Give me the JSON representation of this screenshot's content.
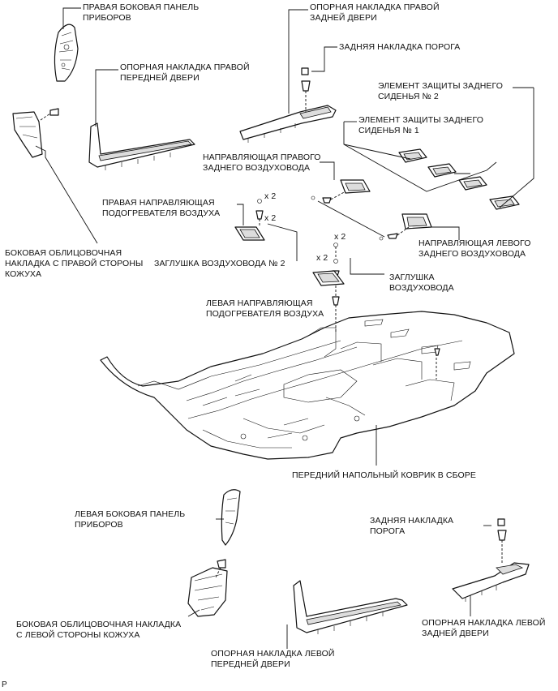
{
  "labels": {
    "instrument_panel_right": "ПРАВАЯ БОКОВАЯ ПАНЕЛЬ\nПРИБОРОВ",
    "front_door_scuff_right": "ОПОРНАЯ НАКЛАДКА ПРАВОЙ\nПЕРЕДНЕЙ ДВЕРИ",
    "cowl_side_trim_right": "БОКОВАЯ ОБЛИЦОВОЧНАЯ\nНАКЛАДКА С ПРАВОЙ СТОРОНЫ\nКОЖУХА",
    "rear_door_scuff_right": "ОПОРНАЯ НАКЛАДКА ПРАВОЙ\nЗАДНЕЙ ДВЕРИ",
    "rear_sill_cover_top": "ЗАДНЯЯ НАКЛАДКА ПОРОГА",
    "rear_seat_protector_2": "ЭЛЕМЕНТ ЗАЩИТЫ ЗАДНЕГО\nСИДЕНЬЯ № 2",
    "rear_seat_protector_1": "ЭЛЕМЕНТ ЗАЩИТЫ ЗАДНЕГО\nСИДЕНЬЯ № 1",
    "rear_air_duct_right": "НАПРАВЛЯЮЩАЯ ПРАВОГО\nЗАДНЕГО ВОЗДУХОВОДА",
    "heater_duct_right": "ПРАВАЯ НАПРАВЛЯЮЩАЯ\nПОДОГРЕВАТЕЛЯ ВОЗДУХА",
    "rear_air_duct_left": "НАПРАВЛЯЮЩАЯ ЛЕВОГО\nЗАДНЕГО ВОЗДУХОВОДА",
    "duct_plug_2": "ЗАГЛУШКА ВОЗДУХОВОДА № 2",
    "duct_plug": "ЗАГЛУШКА\nВОЗДУХОВОДА",
    "heater_duct_left": "ЛЕВАЯ НАПРАВЛЯЮЩАЯ\nПОДОГРЕВАТЕЛЯ ВОЗДУХА",
    "floor_carpet": "ПЕРЕДНИЙ НАПОЛЬНЫЙ КОВРИК В СБОРЕ",
    "instrument_panel_left": "ЛЕВАЯ БОКОВАЯ ПАНЕЛЬ\nПРИБОРОВ",
    "rear_sill_cover_bottom": "ЗАДНЯЯ НАКЛАДКА\nПОРОГА",
    "cowl_side_trim_left": "БОКОВАЯ ОБЛИЦОВОЧНАЯ НАКЛАДКА\nС ЛЕВОЙ СТОРОНЫ КОЖУХА",
    "rear_door_scuff_left": "ОПОРНАЯ НАКЛАДКА ЛЕВОЙ\nЗАДНЕЙ ДВЕРИ",
    "front_door_scuff_left": "ОПОРНАЯ НАКЛАДКА ЛЕВОЙ\nПЕРЕДНЕЙ ДВЕРИ"
  },
  "quantities": {
    "q1": "x 2",
    "q2": "x 2",
    "q3": "x 2",
    "q4": "x 2"
  },
  "corner_mark": "P"
}
